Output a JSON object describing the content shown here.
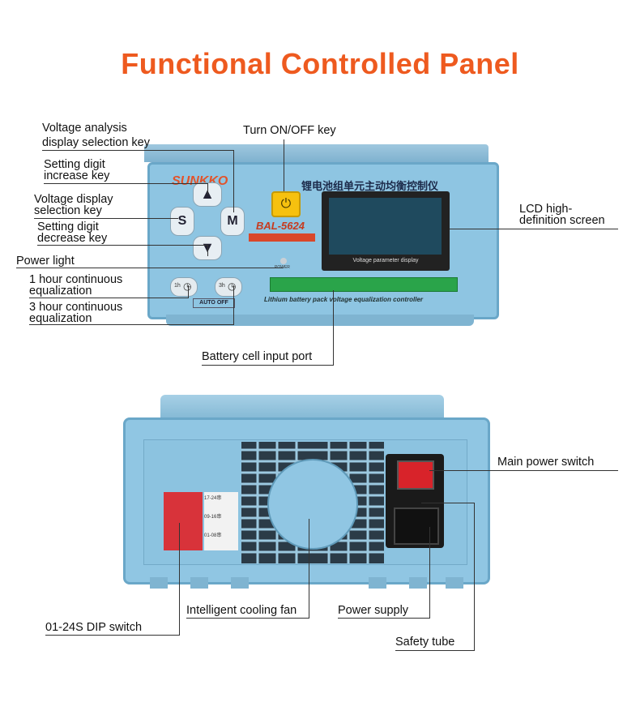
{
  "page": {
    "title": "Functional Controlled  Panel"
  },
  "front_panel": {
    "labels": {
      "voltage_analysis_1": "Voltage analysis",
      "voltage_analysis_2": "display selection key",
      "setting_increase_1": "Setting digit",
      "setting_increase_2": "increase key",
      "voltage_display_1": "Voltage display",
      "voltage_display_2": "selection key",
      "setting_decrease_1": "Setting digit",
      "setting_decrease_2": "decrease key",
      "power_light": "Power light",
      "one_hour_1": "1 hour continuous",
      "one_hour_2": "equalization",
      "three_hour_1": "3 hour continuous",
      "three_hour_2": "equalization",
      "turn_on_off": "Turn ON/OFF key",
      "lcd_1": "LCD high-",
      "lcd_2": "definition screen",
      "battery_port": "Battery cell input port"
    },
    "device": {
      "brand": "SUNKKO",
      "cn_title": "锂电池组单元主动均衡控制仪",
      "model": "BAL-5624",
      "lcd_caption": "Voltage parameter display",
      "terminal_caption": "Lithium battery pack voltage equalization controller",
      "auto_off": "AUTO OFF",
      "btn_1h": "1h",
      "btn_3h": "3h",
      "key_s": "S",
      "key_m": "M",
      "power_text": "POWER"
    }
  },
  "back_panel": {
    "labels": {
      "main_power_switch": "Main power switch",
      "dip_switch": "01-24S DIP switch",
      "cooling_fan": "Intelligent cooling fan",
      "power_supply": "Power supply",
      "safety_tube": "Safety tube"
    },
    "dip_text": {
      "row1": "17-24串",
      "row2": "09-16串",
      "row3": "01-08串"
    }
  },
  "colors": {
    "title": "#ee5a1f",
    "device_body": "#8ec5e2",
    "on_off_key": "#f6c10f",
    "terminal": "#2aa44a",
    "dip": "#d8333a",
    "rocker": "#d8232a"
  }
}
